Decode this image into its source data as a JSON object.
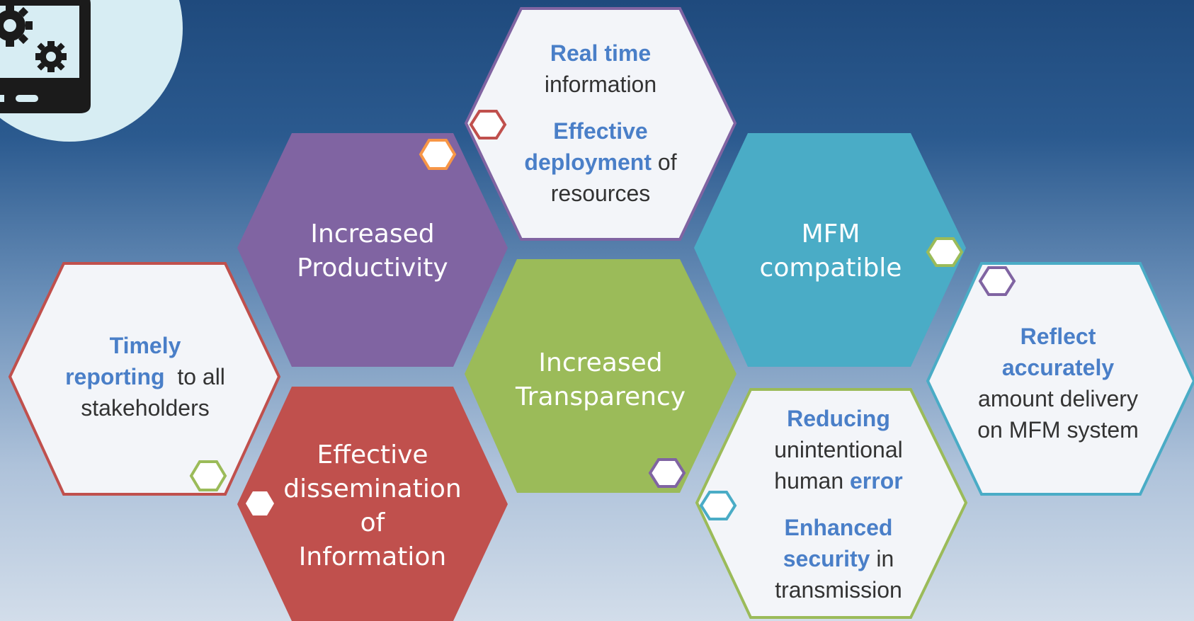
{
  "colors": {
    "purple": "#8064a2",
    "blue": "#4aacc6",
    "green": "#9bbb59",
    "red": "#c0504d",
    "orange": "#f79646",
    "white_fill": "#f3f5f9",
    "highlight": "#4a7fc8",
    "icon_bg": "#d7edf3"
  },
  "icon": {
    "name": "mobile-settings-icon"
  },
  "hexes": {
    "productivity": {
      "line1": "Increased",
      "line2": "Productivity"
    },
    "transparency": {
      "line1": "Increased",
      "line2": "Transparency"
    },
    "mfm": {
      "line1": "MFM",
      "line2": "compatible"
    },
    "dissemination": {
      "line1": "Effective",
      "line2": "dissemination",
      "line3": "of",
      "line4": "Information"
    },
    "realtime": {
      "p1_hl": "Real time",
      "p1_rest": "information",
      "p2_hl1": "Effective",
      "p2_hl2": "deployment",
      "p2_rest": "of",
      "p2_rest2": "resources"
    },
    "timely": {
      "hl1": "Timely",
      "hl2": "reporting",
      "rest1": "to all",
      "rest2": "stakeholders"
    },
    "reflect": {
      "hl1": "Reflect",
      "hl2": "accurately",
      "rest1": "amount delivery",
      "rest2": "on MFM system"
    },
    "reducing": {
      "p1_hl": "Reducing",
      "p1_rest1": "unintentional",
      "p1_rest2": "human",
      "p1_hl2": "error",
      "p2_hl1": "Enhanced",
      "p2_hl2": "security",
      "p2_rest1": "in",
      "p2_rest2": "transmission"
    }
  }
}
